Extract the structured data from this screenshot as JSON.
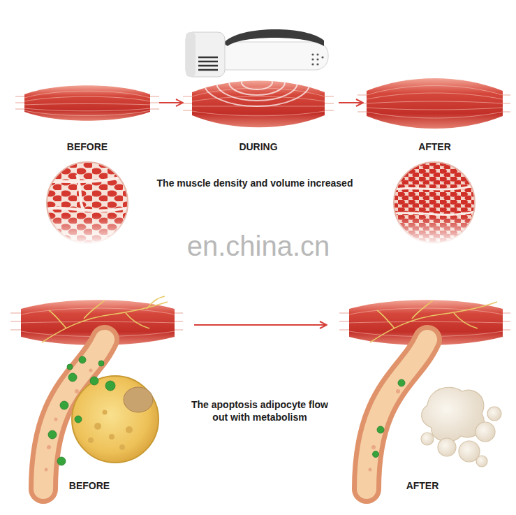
{
  "diagram": {
    "nodes": [
      {
        "text": [
          "BEFORE"
        ]
      },
      {
        "text": [
          "DURING"
        ]
      },
      {
        "text": [
          "AFTER"
        ]
      },
      {
        "text": [
          "BEFORE"
        ]
      },
      {
        "text": [
          "AFTER"
        ]
      }
    ],
    "edges": [
      {
        "from": 0,
        "to": 1,
        "arrow": "to"
      },
      {
        "from": 1,
        "to": 2,
        "arrow": "to"
      },
      {
        "from": 3,
        "to": 4,
        "arrow": "to"
      }
    ],
    "labels": [
      "The muscle density and volume increased",
      "en.china.cn",
      "The apoptosis adipocyte flow out with metabolism"
    ]
  }
}
